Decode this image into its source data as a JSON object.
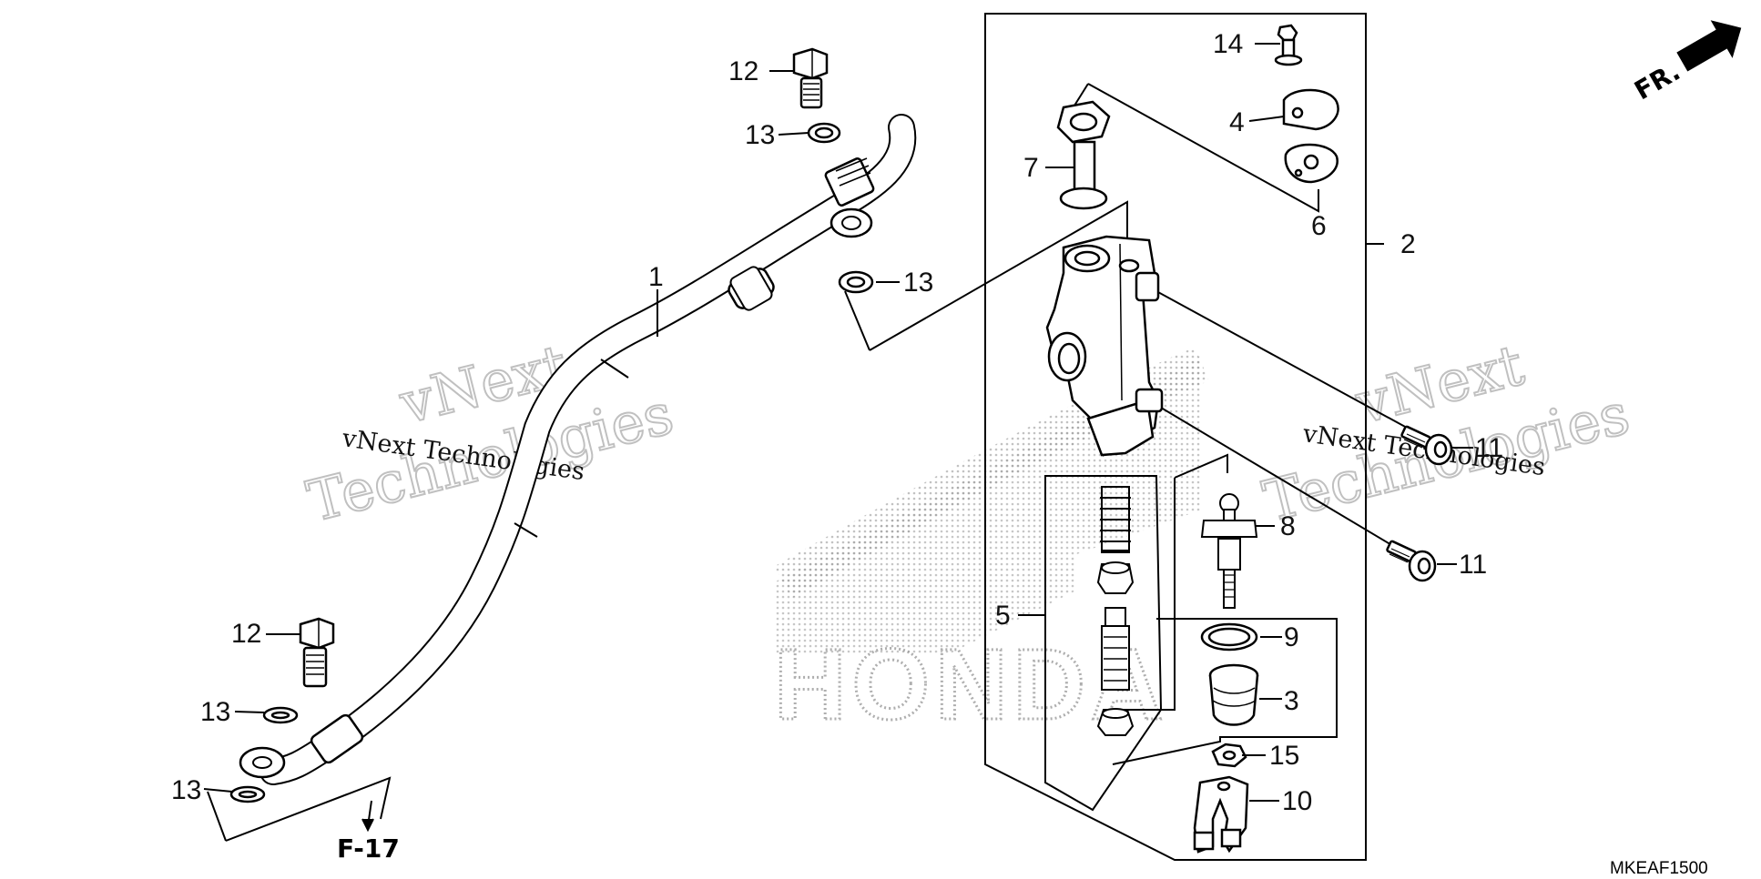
{
  "diagram": {
    "callouts": {
      "c1": "1",
      "c2": "2",
      "c3": "3",
      "c4": "4",
      "c5": "5",
      "c6": "6",
      "c7": "7",
      "c8": "8",
      "c9": "9",
      "c10": "10",
      "c11a": "11",
      "c11b": "11",
      "c12a": "12",
      "c12b": "12",
      "c13a": "13",
      "c13b": "13",
      "c13c": "13",
      "c13d": "13",
      "c14": "14",
      "c15": "15"
    },
    "front_label": "FR.",
    "ref_label": "F-17",
    "diagram_code": "MKEAF1500",
    "watermark_brand": "HONDA",
    "watermark_line1": "vNext",
    "watermark_line2": "Technologies",
    "watermark_inline": "vNext Technologies"
  },
  "colors": {
    "ink": "#000000",
    "stipple": "#b8b8b8",
    "watermark": "#c8c8c8"
  }
}
